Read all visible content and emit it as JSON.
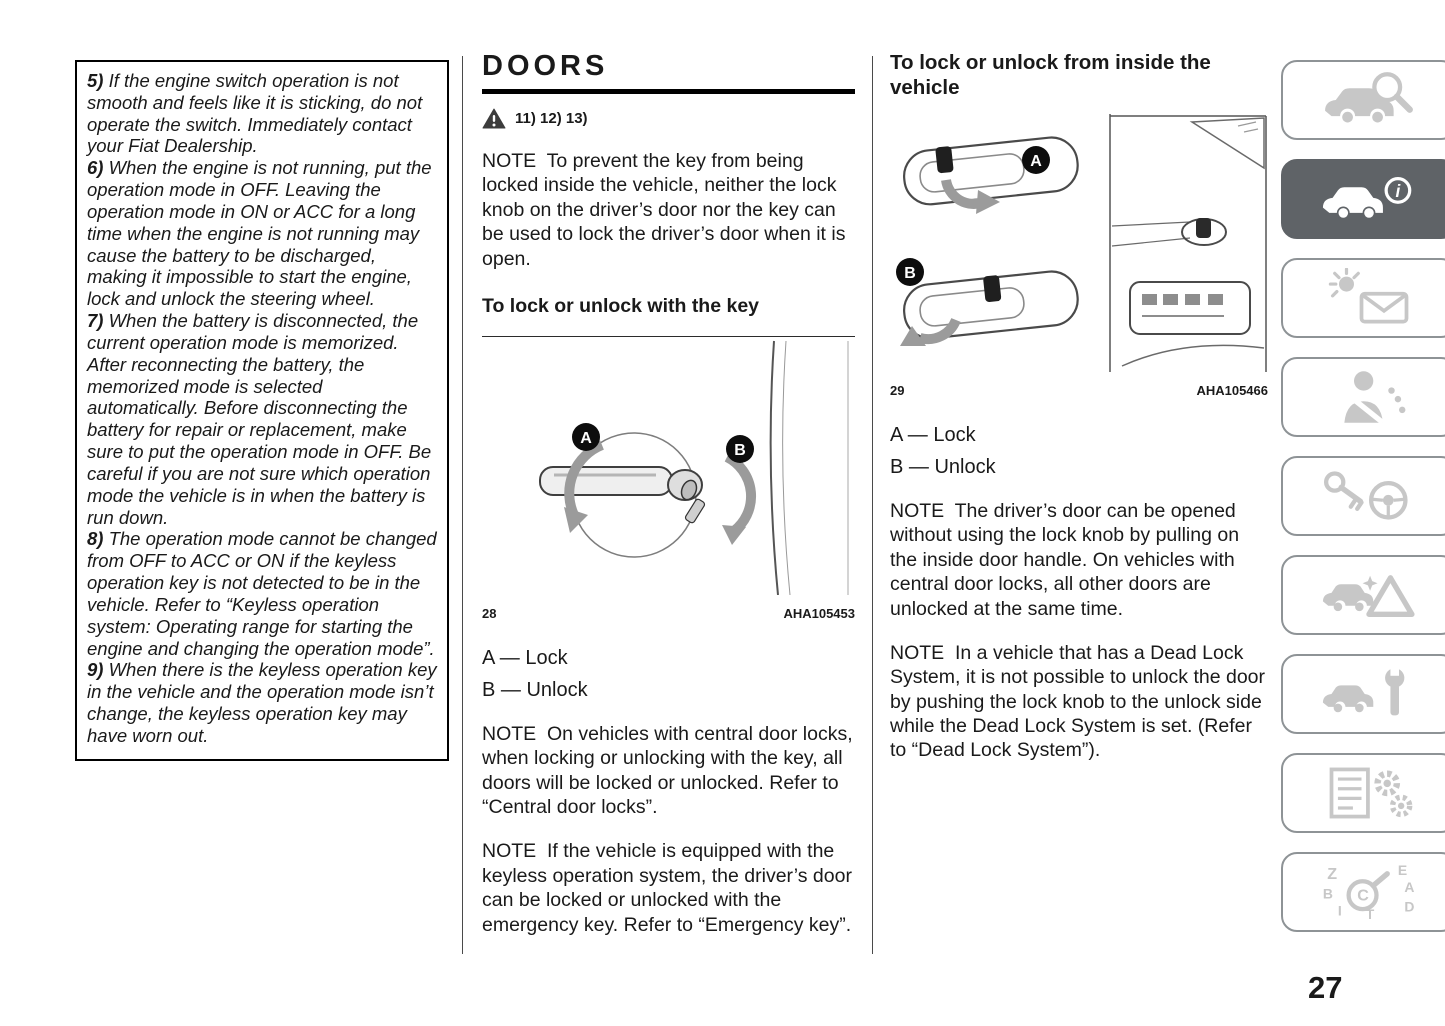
{
  "page": {
    "number": "27"
  },
  "colors": {
    "text": "#1a1a1a",
    "icon_gray": "#c7c7c7",
    "tab_active_bg": "#5f6367",
    "figure_arrow_gray": "#9b9b9b"
  },
  "left_box": {
    "paragraphs": [
      {
        "num": "5)",
        "text": "If the engine switch operation is not smooth and feels like it is sticking, do not operate the switch. Immediately contact your Fiat Dealership."
      },
      {
        "num": "6)",
        "text": "When the engine is not running, put the operation mode in OFF. Leaving the operation mode in ON or ACC for a long time when the engine is not running may cause the battery to be discharged, making it impossible to start the engine, lock and unlock the steering wheel."
      },
      {
        "num": "7)",
        "text": "When the battery is disconnected, the current operation mode is memorized. After reconnecting the battery, the memorized mode is selected automatically. Before disconnecting the battery for repair or replacement, make sure to put the operation mode in OFF. Be careful if you are not sure which operation mode the vehicle is in when the battery is run down."
      },
      {
        "num": "8)",
        "text": "The operation mode cannot be changed from OFF to ACC or ON if the keyless operation key is not detected to be in the vehicle. Refer to “Keyless operation system: Operating range for starting the engine and changing the operation mode”."
      },
      {
        "num": "9)",
        "text": "When there is the keyless operation key in the vehicle and the operation mode isn’t change, the keyless operation key may have worn out."
      }
    ]
  },
  "middle": {
    "title": "DOORS",
    "warning_refs": "11) 12) 13)",
    "note1": "NOTE  To prevent the key from being locked inside the vehicle, neither the lock knob on the driver’s door nor the key can be used to lock the driver’s door when it is open.",
    "subheading": "To lock or unlock with the key",
    "figure": {
      "number": "28",
      "code": "AHA105453"
    },
    "legend_a": "A — Lock",
    "legend_b": "B — Unlock",
    "note2": "NOTE  On vehicles with central door locks, when locking or unlocking with the key, all doors will be locked or unlocked. Refer to “Central door locks”.",
    "note3": "NOTE  If the vehicle is equipped with the keyless operation system, the driver’s door can be locked or unlocked with the emergency key. Refer to “Emergency key”."
  },
  "right": {
    "heading": "To lock or unlock from inside the vehicle",
    "figure": {
      "number": "29",
      "code": "AHA105466"
    },
    "legend_a": "A — Lock",
    "legend_b": "B — Unlock",
    "note1": "NOTE  The driver’s door can be opened without using the lock knob by pulling on the inside door handle. On vehicles with central door locks, all other doors are unlocked at the same time.",
    "note2": "NOTE  In a vehicle that has a Dead Lock System, it is not possible to unlock the door by pushing the lock knob to the unlock side while the Dead Lock System is set. (Refer to “Dead Lock System”)."
  },
  "sidebar": {
    "tabs": [
      {
        "icon": "car-magnifier-icon",
        "active": false
      },
      {
        "icon": "car-info-icon",
        "active": true
      },
      {
        "icon": "warning-lights-mail-icon",
        "active": false
      },
      {
        "icon": "seatbelt-safety-icon",
        "active": false
      },
      {
        "icon": "key-steering-icon",
        "active": false
      },
      {
        "icon": "emergency-triangle-icon",
        "active": false
      },
      {
        "icon": "car-wrench-icon",
        "active": false
      },
      {
        "icon": "document-gears-icon",
        "active": false
      },
      {
        "icon": "index-search-icon",
        "active": false
      }
    ]
  }
}
